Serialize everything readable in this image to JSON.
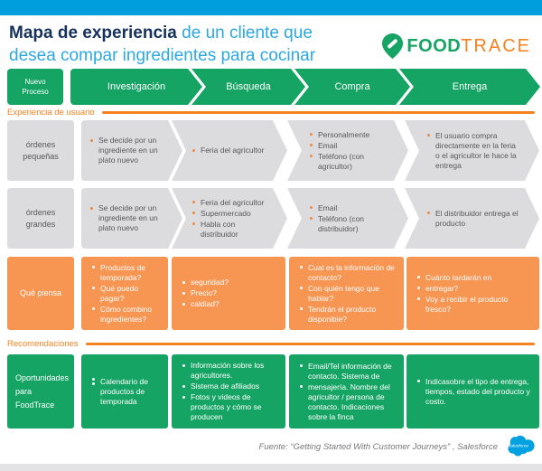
{
  "header": {
    "title_bold": "Mapa de experiencia",
    "title_tail": "de un cliente que",
    "title_line2": "desea compar ingredientes para cocinar",
    "logo_food": "FOOD",
    "logo_trace": "TRACE"
  },
  "process": {
    "badge_line1": "Nuevo",
    "badge_line2": "Proceso",
    "stages": [
      "Investigación",
      "Búsqueda",
      "Compra",
      "Entrega"
    ]
  },
  "experience": {
    "section_label": "Experiencia de usuario",
    "rows": [
      {
        "label": "órdenes pequeñas",
        "cells": [
          [
            "Se decide por un ingrediente en un plato nuevo"
          ],
          [
            "Feria del agricultor"
          ],
          [
            "Personalmente",
            "Email",
            "Teléfono (con agricultor)"
          ],
          [
            "El usuario compra directamente en la feria o el agricultor le hace la entrega"
          ]
        ]
      },
      {
        "label": "órdenes grandes",
        "cells": [
          [
            "Se decide por un ingrediente en un plato nuevo"
          ],
          [
            "Feria del agricultor",
            "Supermercado",
            "Habla con distribuidor"
          ],
          [
            "Email",
            "Teléfono (con distribuidor)"
          ],
          [
            "El distribuidor entrega el producto"
          ]
        ]
      }
    ],
    "thinks": {
      "label": "Qué piensa",
      "cells": [
        [
          "Productos de temporada?",
          "Qué puedo pagar?",
          "Cómo combino ingredientes?"
        ],
        [
          "seguridad?",
          "Precio?",
          "caldiad?"
        ],
        [
          "Cual es la información de contacto?",
          "Con quién tengo que hablar?",
          "Tendrán el producto disponible?"
        ],
        [
          "Cuánto tardarán en",
          "entregar?",
          "Voy a recibir el producto fresco?"
        ]
      ]
    }
  },
  "recommendations": {
    "section_label": "Recomendaciones",
    "row_label": "Oportunidades para FoodTrace",
    "cells": [
      [
        "Calendario de productos de temporada"
      ],
      [
        "Información sobre los agricultores.",
        "Sistema de afiliados",
        "Fotos y videos de productos y cómo se producen"
      ],
      [
        "Email/Tel información de contacto. Sistema de",
        "mensajería. Nombre del agricultor / persona de contacto. Indicaciones sobre la finca"
      ],
      [
        "Indicasobre el tipo de entrega, tiempos, estado del producto y costo."
      ]
    ]
  },
  "footer": {
    "source": "Fuente: “Getting Started With Customer Journeys” , Salesforce",
    "logo_text": "salesforce"
  },
  "colors": {
    "green": "#16a465",
    "orange_box": "#f79552",
    "orange_accent": "#f58220",
    "gray_box": "#dcdcde",
    "top_bar_blue": "#009edc",
    "title_navy": "#16325c",
    "title_light_blue": "#2ca8e0",
    "salesforce_blue": "#00a1e0"
  }
}
